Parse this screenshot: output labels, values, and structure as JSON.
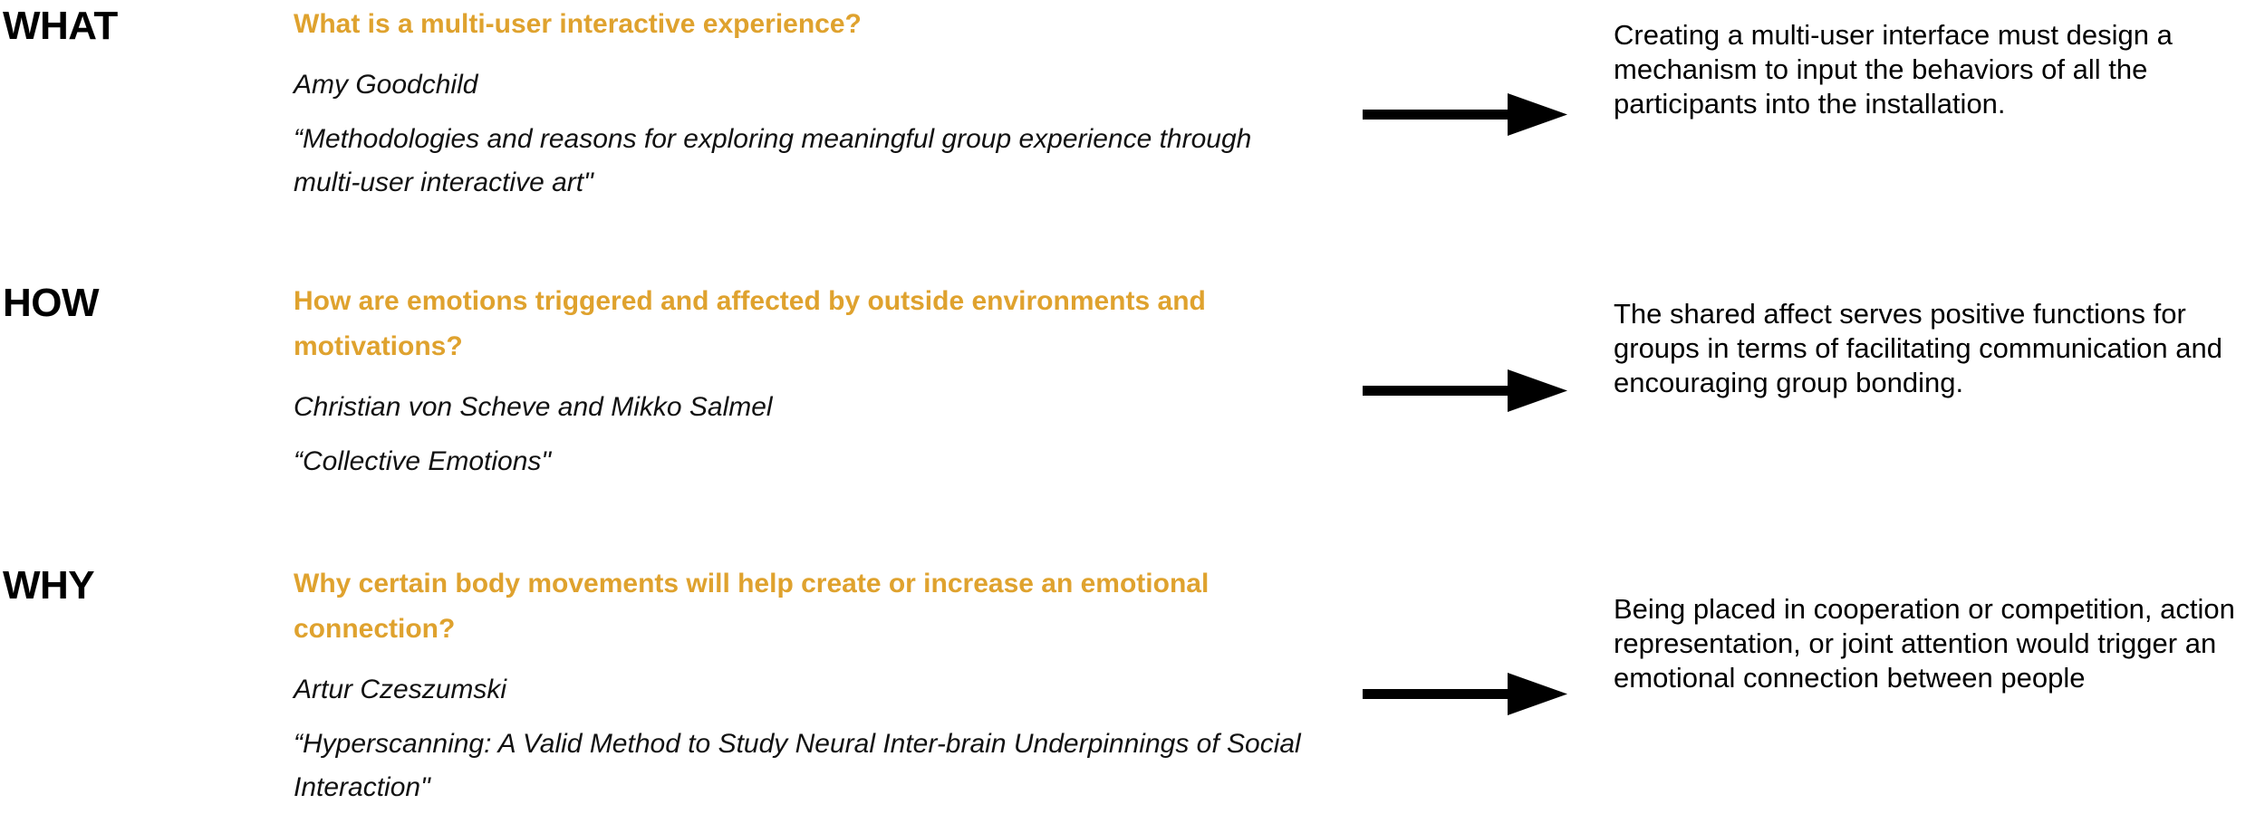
{
  "page": {
    "title": "Research framework: WHAT / HOW / WHY",
    "accent_color": "#DFA22E",
    "text_color": "#000000",
    "background_color": "#FFFFFF"
  },
  "rows": [
    {
      "keyword": "WHAT",
      "question": "What is a multi-user interactive experience?",
      "author": "Amy Goodchild",
      "citation": "“Methodologies and reasons for exploring meaningful group experience through multi-user interactive art\"",
      "arrow_icon": "right-arrow-icon",
      "takeaway": "Creating a multi-user interface must design a mechanism to input the behaviors of all the participants into the installation."
    },
    {
      "keyword": "HOW",
      "question": "How are emotions triggered and affected by outside environments and motivations?",
      "author": "Christian von Scheve and Mikko Salmel",
      "citation": "“Collective Emotions\"",
      "arrow_icon": "right-arrow-icon",
      "takeaway": "The shared affect serves positive functions for groups in terms of facilitating communication and encouraging group bonding."
    },
    {
      "keyword": "WHY",
      "question": "Why certain body movements will help create or increase an emotional connection?",
      "author": "Artur Czeszumski",
      "citation": "“Hyperscanning: A Valid Method to Study Neural Inter-brain Underpinnings of Social Interaction\"",
      "arrow_icon": "right-arrow-icon",
      "takeaway": "Being placed in cooperation or competition, action representation, or joint attention would trigger an emotional connection between people"
    }
  ]
}
